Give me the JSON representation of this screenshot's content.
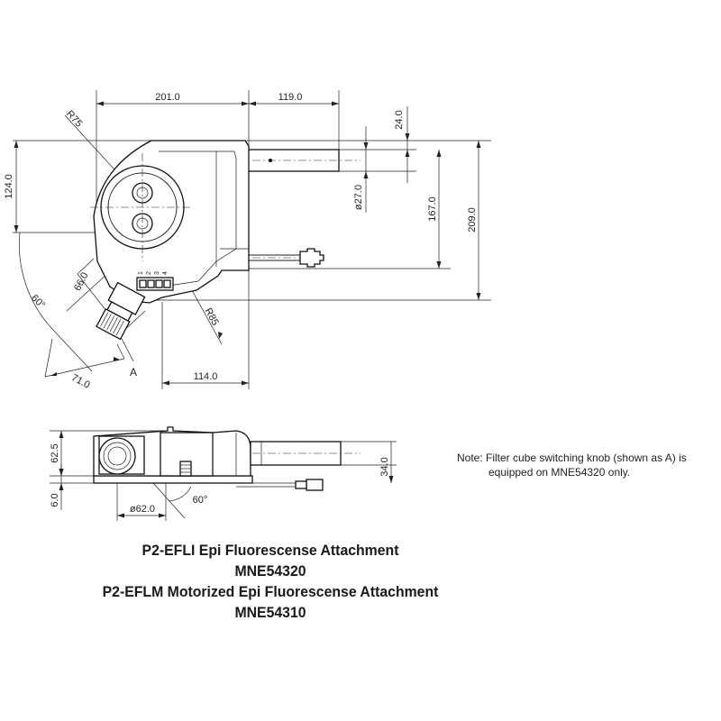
{
  "dimensions": {
    "d201": "201.0",
    "d119": "119.0",
    "d24": "24.0",
    "r75": "R75",
    "d124": "124.0",
    "d27": "ø27.0",
    "d167": "167.0",
    "d209": "209.0",
    "d66": "66.0",
    "a60_top": "60°",
    "r85": "R85",
    "label_a": "A",
    "d71": "71.0",
    "d114": "114.0",
    "d62_5": "62.5",
    "d34": "34.0",
    "d6": "6.0",
    "d62": "ø62.0",
    "a60_side": "60°",
    "switch_labels": [
      "1",
      "2",
      "3",
      "4"
    ]
  },
  "note": {
    "line1": "Note: Filter cube switching knob (shown as A) is",
    "line2": "equipped on MNE54320 only."
  },
  "titles": [
    "P2-EFLI Epi Fluorescense Attachment",
    "MNE54320",
    "P2-EFLM Motorized Epi Fluorescense Attachment",
    "MNE54310"
  ]
}
